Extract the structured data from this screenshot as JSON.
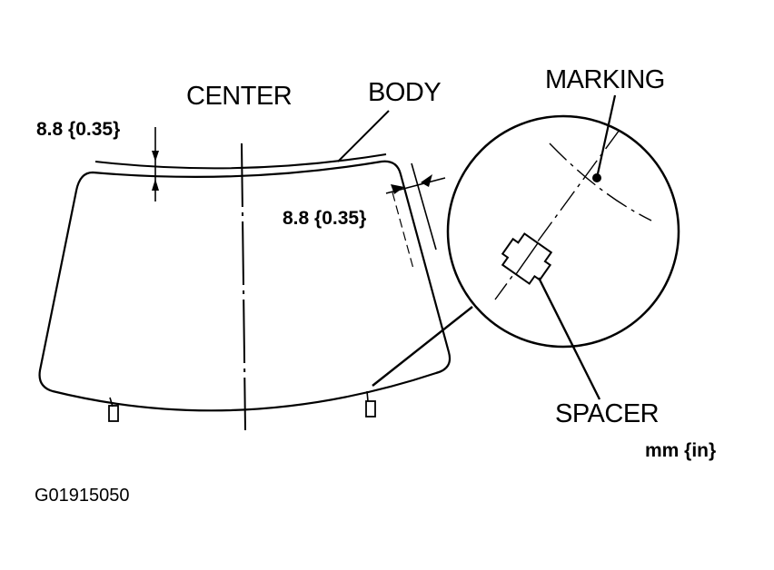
{
  "labels": {
    "center": "CENTER",
    "body": "BODY",
    "marking": "MARKING",
    "spacer": "SPACER",
    "dim_top": "8.8 {0.35}",
    "dim_side": "8.8 {0.35}",
    "units": "mm {in}",
    "figure_code": "G01915050"
  },
  "colors": {
    "ink": "#000000",
    "paper": "#ffffff"
  }
}
